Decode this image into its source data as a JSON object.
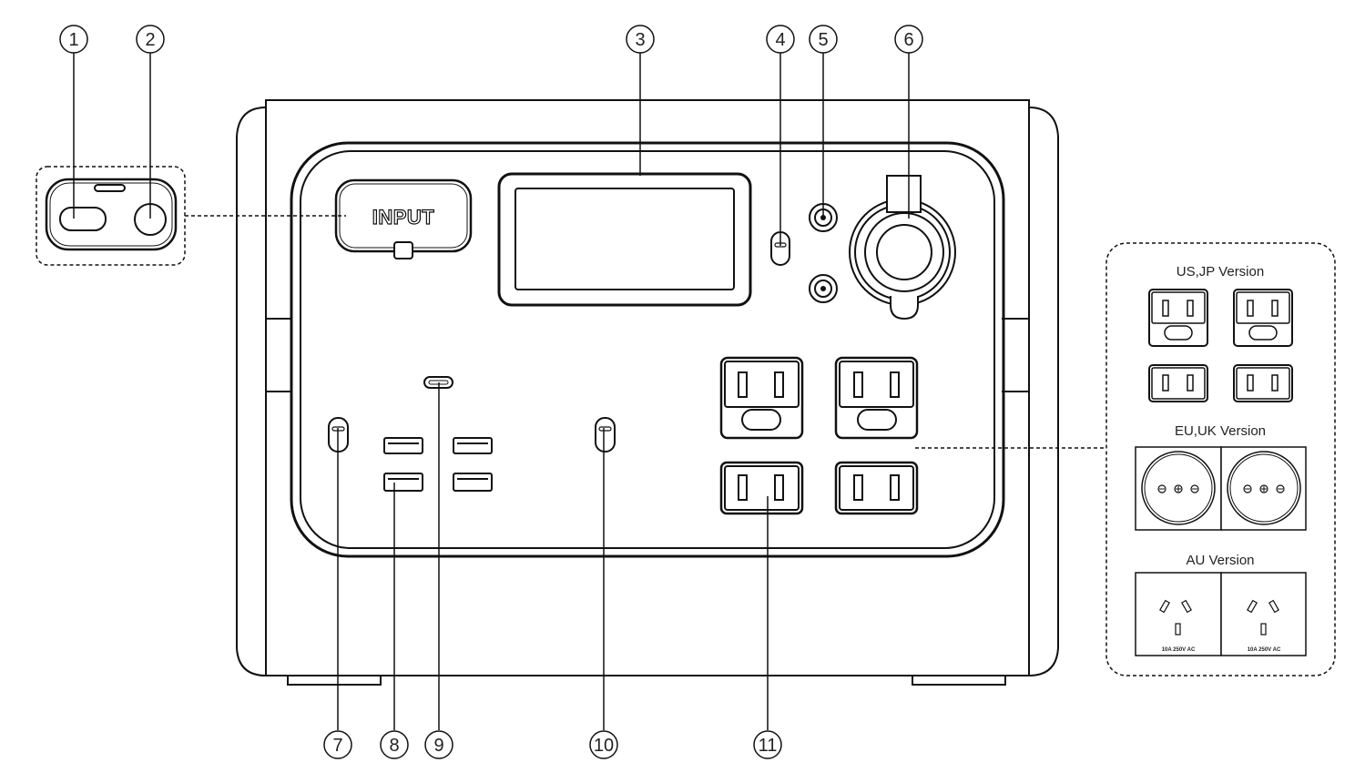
{
  "input_panel": {
    "label": "INPUT"
  },
  "callouts": [
    "1",
    "2",
    "3",
    "4",
    "5",
    "6",
    "7",
    "8",
    "9",
    "10",
    "11"
  ],
  "versions": {
    "us_jp": "US,JP Version",
    "eu_uk": "EU,UK Version",
    "au": "AU Version",
    "au_rating": "10A  250V  AC"
  },
  "colors": {
    "line": "#111111",
    "fill": "#ffffff"
  }
}
